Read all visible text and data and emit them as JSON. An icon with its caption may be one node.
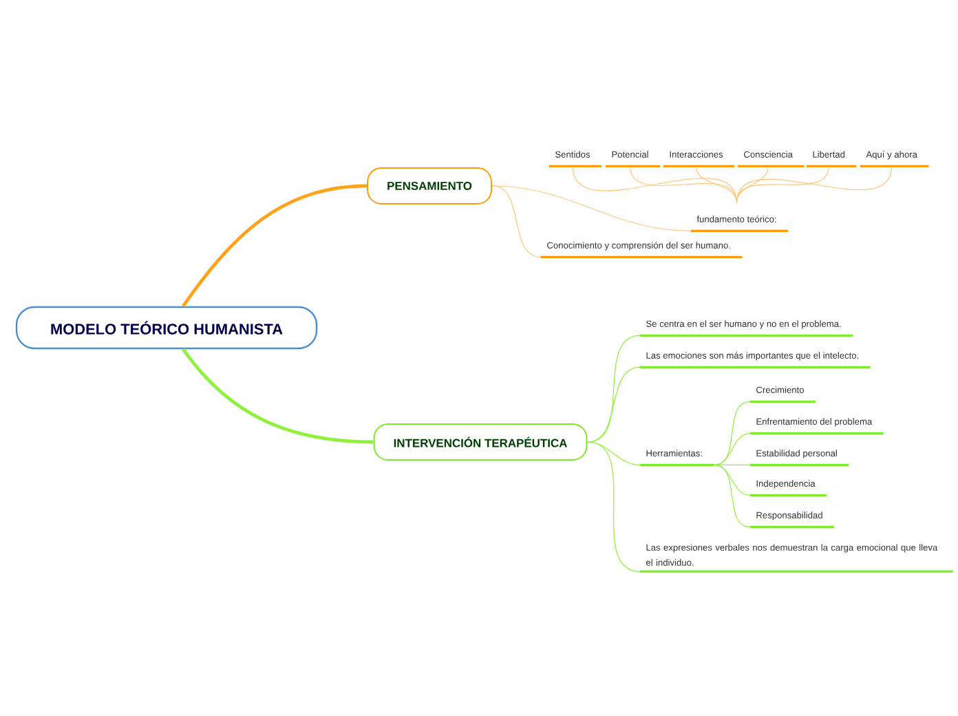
{
  "diagram": {
    "nodes": [
      {
        "text": [
          "MODELO TEÓRICO HUMANISTA"
        ]
      },
      {
        "text": [
          "PENSAMIENTO"
        ]
      },
      {
        "text": [
          "fundamento teórico:"
        ]
      },
      {
        "text": [
          "Sentidos"
        ]
      },
      {
        "text": [
          "Potencial"
        ]
      },
      {
        "text": [
          "Interacciones"
        ]
      },
      {
        "text": [
          "Consciencia"
        ]
      },
      {
        "text": [
          "Libertad"
        ]
      },
      {
        "text": [
          "Aquí y ahora"
        ]
      },
      {
        "text": [
          "Conocimiento y comprensión del ser humano."
        ]
      },
      {
        "text": [
          "INTERVENCIÓN TERAPÉUTICA"
        ]
      },
      {
        "text": [
          "Se centra en el ser humano y no en el problema."
        ]
      },
      {
        "text": [
          "Las emociones son más importantes que el intelecto."
        ]
      },
      {
        "text": [
          "Herramientas:"
        ]
      },
      {
        "text": [
          "Crecimiento"
        ]
      },
      {
        "text": [
          "Enfrentamiento del problema"
        ]
      },
      {
        "text": [
          "Estabilidad personal"
        ]
      },
      {
        "text": [
          "Independencia"
        ]
      },
      {
        "text": [
          "Responsabilidad"
        ]
      },
      {
        "text": [
          "Las expresiones verbales nos demuestran la carga emocional que lleva el individuo."
        ]
      }
    ],
    "edges": [
      {
        "from": 0,
        "to": 1,
        "arrow": "none",
        "style": "thick",
        "color": "#ffa31a"
      },
      {
        "from": 1,
        "to": 2,
        "arrow": "none",
        "color": "#ffc878"
      },
      {
        "from": 3,
        "to": 2,
        "arrow": "none",
        "color": "#ffc878"
      },
      {
        "from": 4,
        "to": 2,
        "arrow": "none",
        "color": "#ffc878"
      },
      {
        "from": 5,
        "to": 2,
        "arrow": "none",
        "color": "#ffc878"
      },
      {
        "from": 6,
        "to": 2,
        "arrow": "none",
        "color": "#ffc878"
      },
      {
        "from": 7,
        "to": 2,
        "arrow": "none",
        "color": "#ffc878"
      },
      {
        "from": 8,
        "to": 2,
        "arrow": "none",
        "color": "#ffc878"
      },
      {
        "from": 1,
        "to": 9,
        "arrow": "none",
        "color": "#ffc878"
      },
      {
        "from": 0,
        "to": 10,
        "arrow": "none",
        "style": "thick"
      },
      {
        "from": 10,
        "to": 11,
        "arrow": "none"
      },
      {
        "from": 10,
        "to": 12,
        "arrow": "none"
      },
      {
        "from": 10,
        "to": 13,
        "arrow": "none"
      },
      {
        "from": 13,
        "to": 14,
        "arrow": "none"
      },
      {
        "from": 13,
        "to": 15,
        "arrow": "none"
      },
      {
        "from": 13,
        "to": 16,
        "arrow": "none"
      },
      {
        "from": 13,
        "to": 17,
        "arrow": "none"
      },
      {
        "from": 13,
        "to": 18,
        "arrow": "none"
      },
      {
        "from": 10,
        "to": 19,
        "arrow": "none"
      }
    ]
  }
}
